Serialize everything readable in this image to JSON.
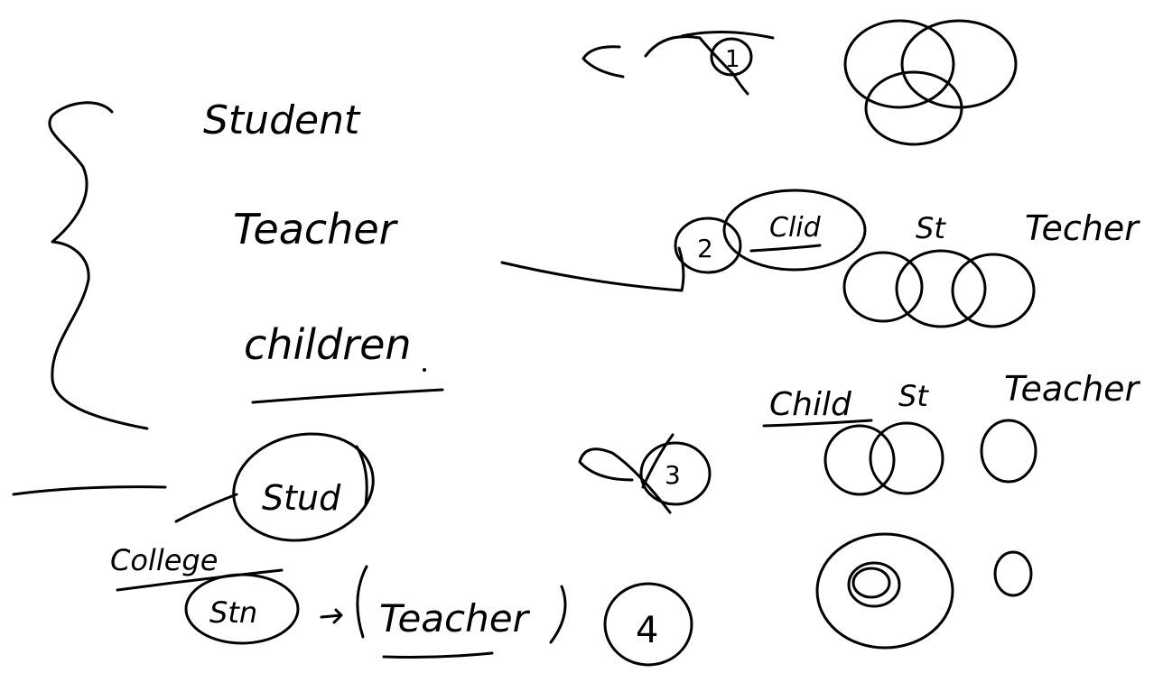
{
  "ink_color": "#000000",
  "background": "#ffffff",
  "words": {
    "student": "Student",
    "teacher": "Teacher",
    "children": "children",
    "stud": "Stud",
    "college": "College",
    "stn": "Stn",
    "teacher_paren": "Teacher",
    "child_1": "Clid",
    "st_1": "St",
    "teacher_1": "Techer",
    "child_2": "Child",
    "st_2": "St",
    "teacher_2": "Teacher"
  },
  "labels": {
    "one": "1",
    "two": "2",
    "three": "3",
    "four": "4"
  }
}
